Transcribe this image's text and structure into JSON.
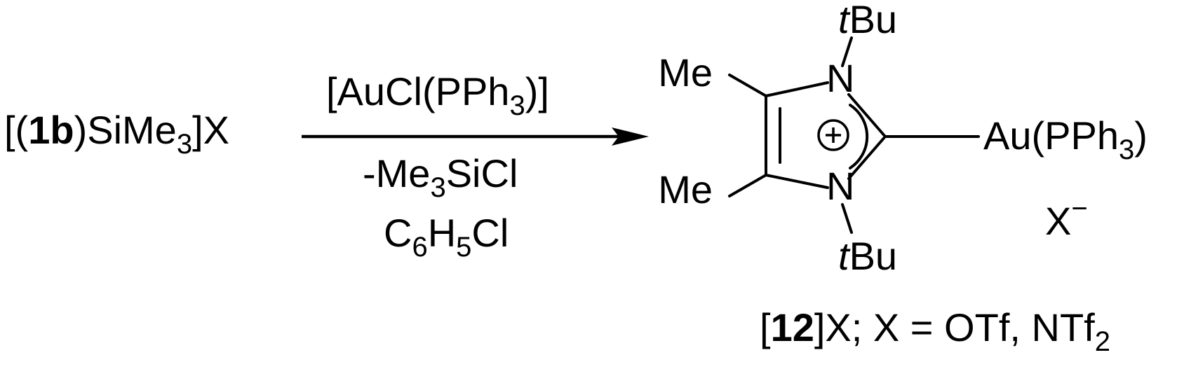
{
  "reactant": {
    "open": "[(",
    "compound_number": "1b",
    "close_paren": ")",
    "silyl_prefix": "SiMe",
    "silyl_sub": "3",
    "close": "]X"
  },
  "reagent_above": {
    "prefix": "[AuCl(PPh",
    "sub": "3",
    "suffix": ")]"
  },
  "byproduct": {
    "prefix": "-Me",
    "sub": "3",
    "suffix": "SiCl"
  },
  "solvent": {
    "c": "C",
    "c_sub": "6",
    "h": "H",
    "h_sub": "5",
    "cl": "Cl"
  },
  "product": {
    "n_top_substituent_italic": "t",
    "n_top_substituent": "Bu",
    "n_bottom_substituent_italic": "t",
    "n_bottom_substituent": "Bu",
    "n_top_label": "N",
    "n_bottom_label": "N",
    "me_top": "Me",
    "me_bottom": "Me",
    "charge_symbol": "+",
    "gold_prefix": "Au(PPh",
    "gold_sub": "3",
    "gold_suffix": ")",
    "anion": "X",
    "anion_charge": "−"
  },
  "caption": {
    "open": "[",
    "compound_number": "12",
    "middle": "]X; X = OTf, NTf",
    "sub": "2"
  }
}
